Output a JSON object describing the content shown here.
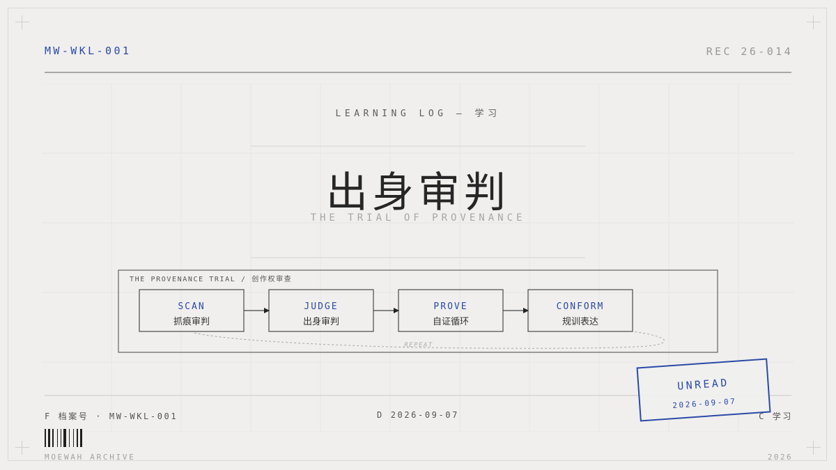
{
  "header": {
    "code": "MW-WKL-001",
    "record": "REC 26-014"
  },
  "hero": {
    "eyebrow": "LEARNING LOG — 学习",
    "title": "出身审判",
    "subtitle": "THE TRIAL OF PROVENANCE"
  },
  "diagram": {
    "label": "THE PROVENANCE TRIAL / 创作权审查",
    "steps": [
      {
        "en": "SCAN",
        "zh": "抓痕审判"
      },
      {
        "en": "JUDGE",
        "zh": "出身审判"
      },
      {
        "en": "PROVE",
        "zh": "自证循环"
      },
      {
        "en": "CONFORM",
        "zh": "规训表达"
      }
    ],
    "loop_label": "REPEAT"
  },
  "footer": {
    "file_no": "F 档案号 · MW-WKL-001",
    "date": "D 2026-09-07",
    "category": "C 学习",
    "archive": "MOEWAH ARCHIVE",
    "year": "2026"
  },
  "stamp": {
    "word": "UNREAD",
    "date": "2026-09-07"
  },
  "colors": {
    "accent": "#2b4aa6",
    "background": "#f0efee",
    "ink": "#262626"
  }
}
